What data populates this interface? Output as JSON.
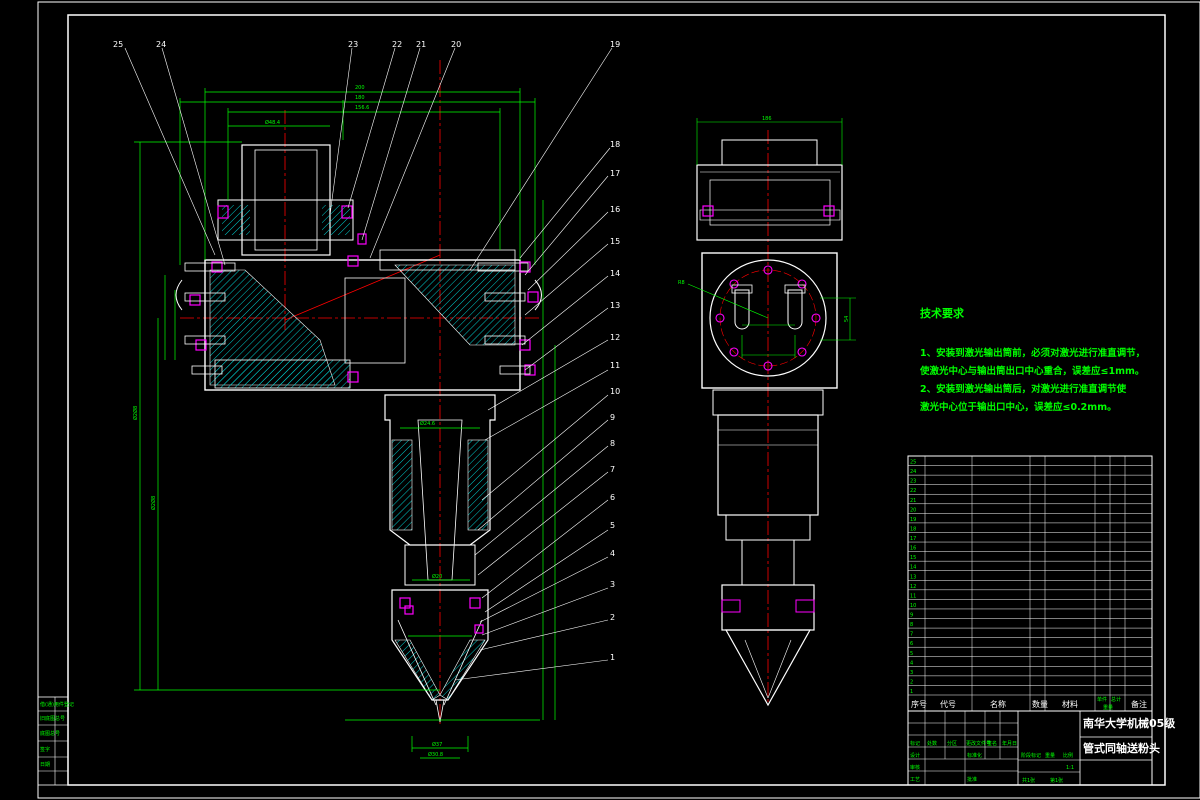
{
  "tech_requirements": {
    "title": "技术要求",
    "line1": "1、安装到激光输出筒前，必须对激光进行准直调节，",
    "line2": "使激光中心与输出筒出口中心重合，误差应≤1mm。",
    "line3": "2、安装到激光输出筒后，对激光进行准直调节使",
    "line4": "激光中心位于输出口中心，误差应≤0.2mm。"
  },
  "part_callouts": [
    "1",
    "2",
    "3",
    "4",
    "5",
    "6",
    "7",
    "8",
    "9",
    "10",
    "11",
    "12",
    "13",
    "14",
    "15",
    "16",
    "17",
    "18",
    "19",
    "20",
    "21",
    "22",
    "23",
    "24",
    "25"
  ],
  "dimensions": {
    "d_bore": "Ø48.4",
    "d_lower": "Ø24.6",
    "d_nozzle": "Ø20",
    "d_bottom": "Ø30.8",
    "width_overall": "200",
    "width_mid": "180",
    "width_inner": "156.6",
    "height_total": "Ø2Ø8",
    "height_lower": "Ø2Ø8",
    "side_top": "186",
    "side_r": "R8",
    "side_h": "54",
    "bottom_w": "Ø37"
  },
  "bom_header": {
    "seq": "序号",
    "code": "代号",
    "name": "名称",
    "qty": "数量",
    "material": "材料",
    "unit_weight": "单件",
    "total_weight": "总计",
    "weight": "重量",
    "remarks": "备注"
  },
  "bom_rows": [
    {
      "seq": "25",
      "code": "",
      "name": "",
      "qty": "",
      "material": ""
    },
    {
      "seq": "24",
      "code": "",
      "name": "",
      "qty": "",
      "material": ""
    },
    {
      "seq": "23",
      "code": "",
      "name": "",
      "qty": "",
      "material": ""
    },
    {
      "seq": "22",
      "code": "",
      "name": "",
      "qty": "",
      "material": ""
    },
    {
      "seq": "21",
      "code": "",
      "name": "",
      "qty": "",
      "material": ""
    },
    {
      "seq": "20",
      "code": "",
      "name": "",
      "qty": "",
      "material": ""
    },
    {
      "seq": "19",
      "code": "",
      "name": "",
      "qty": "",
      "material": ""
    },
    {
      "seq": "18",
      "code": "",
      "name": "",
      "qty": "",
      "material": ""
    },
    {
      "seq": "17",
      "code": "",
      "name": "",
      "qty": "",
      "material": ""
    },
    {
      "seq": "16",
      "code": "",
      "name": "",
      "qty": "",
      "material": ""
    },
    {
      "seq": "15",
      "code": "",
      "name": "",
      "qty": "",
      "material": ""
    },
    {
      "seq": "14",
      "code": "",
      "name": "",
      "qty": "",
      "material": ""
    },
    {
      "seq": "13",
      "code": "",
      "name": "",
      "qty": "",
      "material": ""
    },
    {
      "seq": "12",
      "code": "",
      "name": "",
      "qty": "",
      "material": ""
    },
    {
      "seq": "11",
      "code": "",
      "name": "",
      "qty": "",
      "material": ""
    },
    {
      "seq": "10",
      "code": "",
      "name": "",
      "qty": "",
      "material": ""
    },
    {
      "seq": "9",
      "code": "",
      "name": "",
      "qty": "",
      "material": ""
    },
    {
      "seq": "8",
      "code": "",
      "name": "",
      "qty": "",
      "material": ""
    },
    {
      "seq": "7",
      "code": "",
      "name": "",
      "qty": "",
      "material": ""
    },
    {
      "seq": "6",
      "code": "",
      "name": "",
      "qty": "",
      "material": ""
    },
    {
      "seq": "5",
      "code": "",
      "name": "",
      "qty": "",
      "material": ""
    },
    {
      "seq": "4",
      "code": "",
      "name": "",
      "qty": "",
      "material": ""
    },
    {
      "seq": "3",
      "code": "",
      "name": "",
      "qty": "",
      "material": ""
    },
    {
      "seq": "2",
      "code": "",
      "name": "",
      "qty": "",
      "material": ""
    },
    {
      "seq": "1",
      "code": "",
      "name": "",
      "qty": "",
      "material": ""
    }
  ],
  "title_block": {
    "school": "南华大学机械05级",
    "drawing_title": "管式同轴送粉头",
    "row_labels": [
      "标记",
      "处数",
      "分区",
      "更改文件号",
      "签名",
      "年月日"
    ],
    "design": "设计",
    "standard": "标准化",
    "review": "审核",
    "process": "工艺",
    "approve": "批准",
    "stage": "阶段标记",
    "weight": "重量",
    "scale": "比例",
    "scale_value": "1:1",
    "sheets": "共1张",
    "sheet_no": "第1张"
  },
  "left_strip": [
    "借(通)用件登记",
    "旧底图总号",
    "底图总号",
    "签字",
    "日期"
  ],
  "colors": {
    "background": "#000000",
    "frame": "#ffffff",
    "dimension": "#00ff00",
    "centerline": "#ff0000",
    "hatch": "#00cccc",
    "hardware": "#ff00ff",
    "text": "#00ff00"
  }
}
